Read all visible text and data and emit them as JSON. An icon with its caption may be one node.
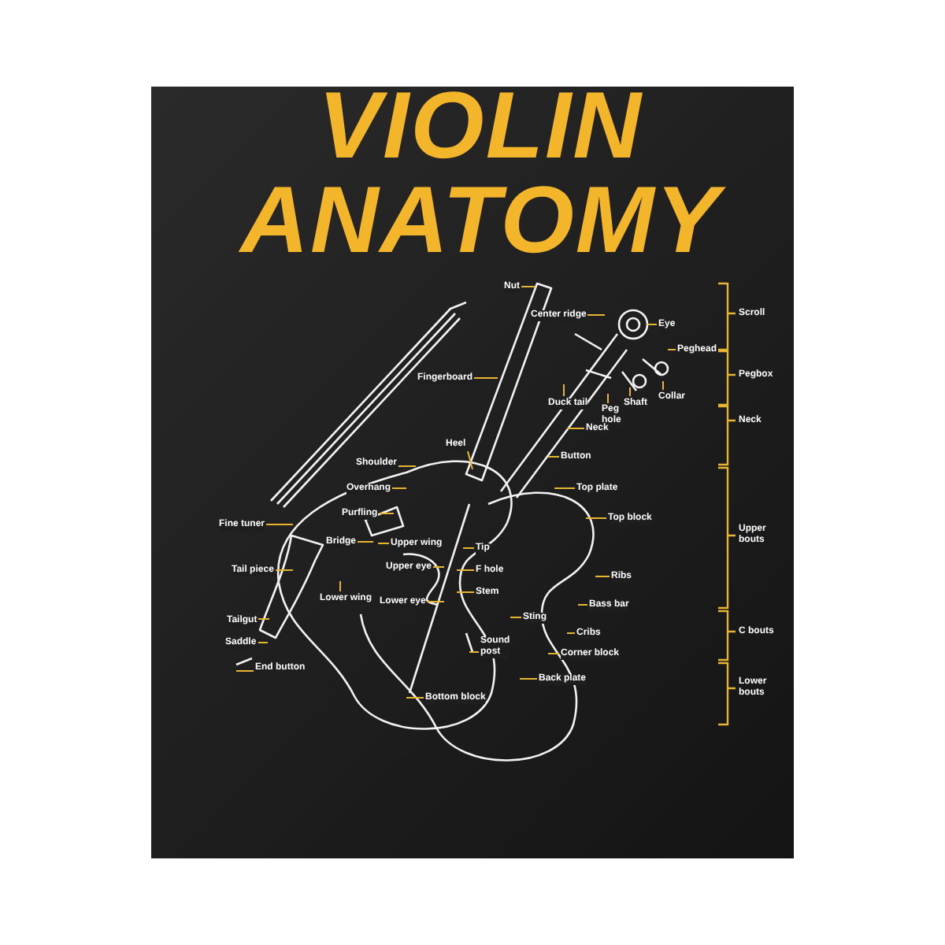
{
  "diagram": {
    "title": "VIOLIN ANATOMY",
    "nodes": [
      {
        "text": [
          "Nut"
        ]
      },
      {
        "text": [
          "Center ridge"
        ]
      },
      {
        "text": [
          "Eye"
        ]
      },
      {
        "text": [
          "Fingerboard"
        ]
      },
      {
        "text": [
          "Duck tail"
        ]
      },
      {
        "text": [
          "Peg hole"
        ]
      },
      {
        "text": [
          "Shaft"
        ]
      },
      {
        "text": [
          "Collar"
        ]
      },
      {
        "text": [
          "Peghead"
        ]
      },
      {
        "text": [
          "Heel"
        ]
      },
      {
        "text": [
          "Neck"
        ]
      },
      {
        "text": [
          "Button"
        ]
      },
      {
        "text": [
          "Shoulder"
        ]
      },
      {
        "text": [
          "Top plate"
        ]
      },
      {
        "text": [
          "Overhang"
        ]
      },
      {
        "text": [
          "Purfling"
        ]
      },
      {
        "text": [
          "Top block"
        ]
      },
      {
        "text": [
          "Fine tuner"
        ]
      },
      {
        "text": [
          "Bridge"
        ]
      },
      {
        "text": [
          "Upper wing"
        ]
      },
      {
        "text": [
          "Upper eye"
        ]
      },
      {
        "text": [
          "Tip"
        ]
      },
      {
        "text": [
          "F hole"
        ]
      },
      {
        "text": [
          "Tail piece"
        ]
      },
      {
        "text": [
          "Stem"
        ]
      },
      {
        "text": [
          "Lower wing"
        ]
      },
      {
        "text": [
          "Lower eye"
        ]
      },
      {
        "text": [
          "Sting"
        ]
      },
      {
        "text": [
          "Ribs"
        ]
      },
      {
        "text": [
          "Bass bar"
        ]
      },
      {
        "text": [
          "Cribs"
        ]
      },
      {
        "text": [
          "Tailgut"
        ]
      },
      {
        "text": [
          "Saddle"
        ]
      },
      {
        "text": [
          "Sound post"
        ]
      },
      {
        "text": [
          "Corner block"
        ]
      },
      {
        "text": [
          "End button"
        ]
      },
      {
        "text": [
          "Back plate"
        ]
      },
      {
        "text": [
          "Bottom block"
        ]
      }
    ],
    "edges": [
      {
        "from": 0,
        "to": null,
        "arrow": "none"
      },
      {
        "from": 1,
        "to": null,
        "arrow": "none"
      },
      {
        "from": 2,
        "to": null,
        "arrow": "none"
      },
      {
        "from": 3,
        "to": null,
        "arrow": "none"
      },
      {
        "from": 4,
        "to": null,
        "arrow": "none"
      },
      {
        "from": 5,
        "to": null,
        "arrow": "none"
      },
      {
        "from": 6,
        "to": null,
        "arrow": "none"
      },
      {
        "from": 7,
        "to": null,
        "arrow": "none"
      },
      {
        "from": 8,
        "to": null,
        "arrow": "none"
      },
      {
        "from": 9,
        "to": null,
        "arrow": "none"
      },
      {
        "from": 10,
        "to": null,
        "arrow": "none"
      },
      {
        "from": 11,
        "to": null,
        "arrow": "none"
      },
      {
        "from": 12,
        "to": null,
        "arrow": "none"
      },
      {
        "from": 13,
        "to": null,
        "arrow": "none"
      },
      {
        "from": 14,
        "to": null,
        "arrow": "none"
      },
      {
        "from": 15,
        "to": null,
        "arrow": "none"
      },
      {
        "from": 16,
        "to": null,
        "arrow": "none"
      },
      {
        "from": 17,
        "to": null,
        "arrow": "none"
      },
      {
        "from": 18,
        "to": null,
        "arrow": "none"
      },
      {
        "from": 19,
        "to": null,
        "arrow": "none"
      },
      {
        "from": 20,
        "to": null,
        "arrow": "none"
      },
      {
        "from": 21,
        "to": null,
        "arrow": "none"
      },
      {
        "from": 22,
        "to": null,
        "arrow": "none"
      },
      {
        "from": 23,
        "to": null,
        "arrow": "none"
      },
      {
        "from": 24,
        "to": null,
        "arrow": "none"
      },
      {
        "from": 25,
        "to": null,
        "arrow": "none"
      },
      {
        "from": 26,
        "to": null,
        "arrow": "none"
      },
      {
        "from": 27,
        "to": null,
        "arrow": "none"
      },
      {
        "from": 28,
        "to": null,
        "arrow": "none"
      },
      {
        "from": 29,
        "to": null,
        "arrow": "none"
      },
      {
        "from": 30,
        "to": null,
        "arrow": "none"
      },
      {
        "from": 31,
        "to": null,
        "arrow": "none"
      },
      {
        "from": 32,
        "to": null,
        "arrow": "none"
      },
      {
        "from": 33,
        "to": null,
        "arrow": "none"
      },
      {
        "from": 34,
        "to": null,
        "arrow": "none"
      },
      {
        "from": 35,
        "to": null,
        "arrow": "none"
      },
      {
        "from": 36,
        "to": null,
        "arrow": "none"
      },
      {
        "from": 37,
        "to": null,
        "arrow": "none"
      }
    ],
    "labels": [
      "Scroll",
      "Pegbox",
      "Neck",
      "Upper bouts",
      "C bouts",
      "Lower bouts"
    ]
  }
}
